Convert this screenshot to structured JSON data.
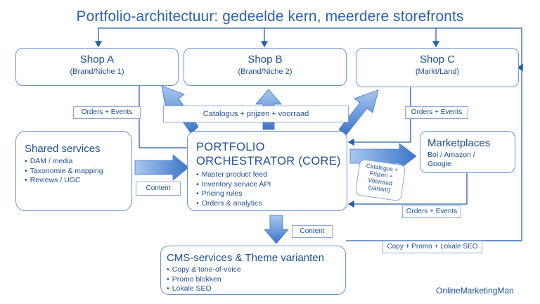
{
  "title": "Portfolio-architectuur: gedeelde kern, meerdere storefronts",
  "shops": [
    {
      "name": "Shop A",
      "sub": "(Brand/Niche 1)"
    },
    {
      "name": "Shop B",
      "sub": "(Brand/Niche 2)"
    },
    {
      "name": "Shop C",
      "sub": "(Markt/Land)"
    }
  ],
  "shared": {
    "title": "Shared services",
    "items": [
      "DAM / media",
      "Taxonomie & mapping",
      "Reviews / UGC"
    ]
  },
  "core": {
    "title_line1": "PORTFOLIO",
    "title_line2": "ORCHESTRATOR (CORE)",
    "items": [
      "Master product feed",
      "Inventory service API",
      "Pricing rules",
      "Orders & analytics"
    ]
  },
  "marketplaces": {
    "title": "Marketplaces",
    "line1": "Bol / Amazon /",
    "line2": "Google"
  },
  "cms": {
    "title": "CMS-services & Theme varianten",
    "items": [
      "Copy & tone-of-voice",
      "Promo blokken",
      "Lokale SEO"
    ]
  },
  "labels": {
    "orders_events_a": "Orders + Events",
    "catalogus": "Catalogus + prijzen + voorraad",
    "orders_events_c": "Orders + Events",
    "content_shared": "Content",
    "catalogus_mp": "Catalogus + Prijzen + Voorraad (variant)",
    "orders_events_mp": "Orders + Events",
    "content_cms": "Content",
    "copy_promo_seo": "Copy + Promo + Lokale SEO"
  },
  "brand": "OnlineMarketingMan",
  "colors": {
    "accent": "#1e4f96",
    "arrow": "#4a86d4",
    "border": "#6a95cf"
  }
}
